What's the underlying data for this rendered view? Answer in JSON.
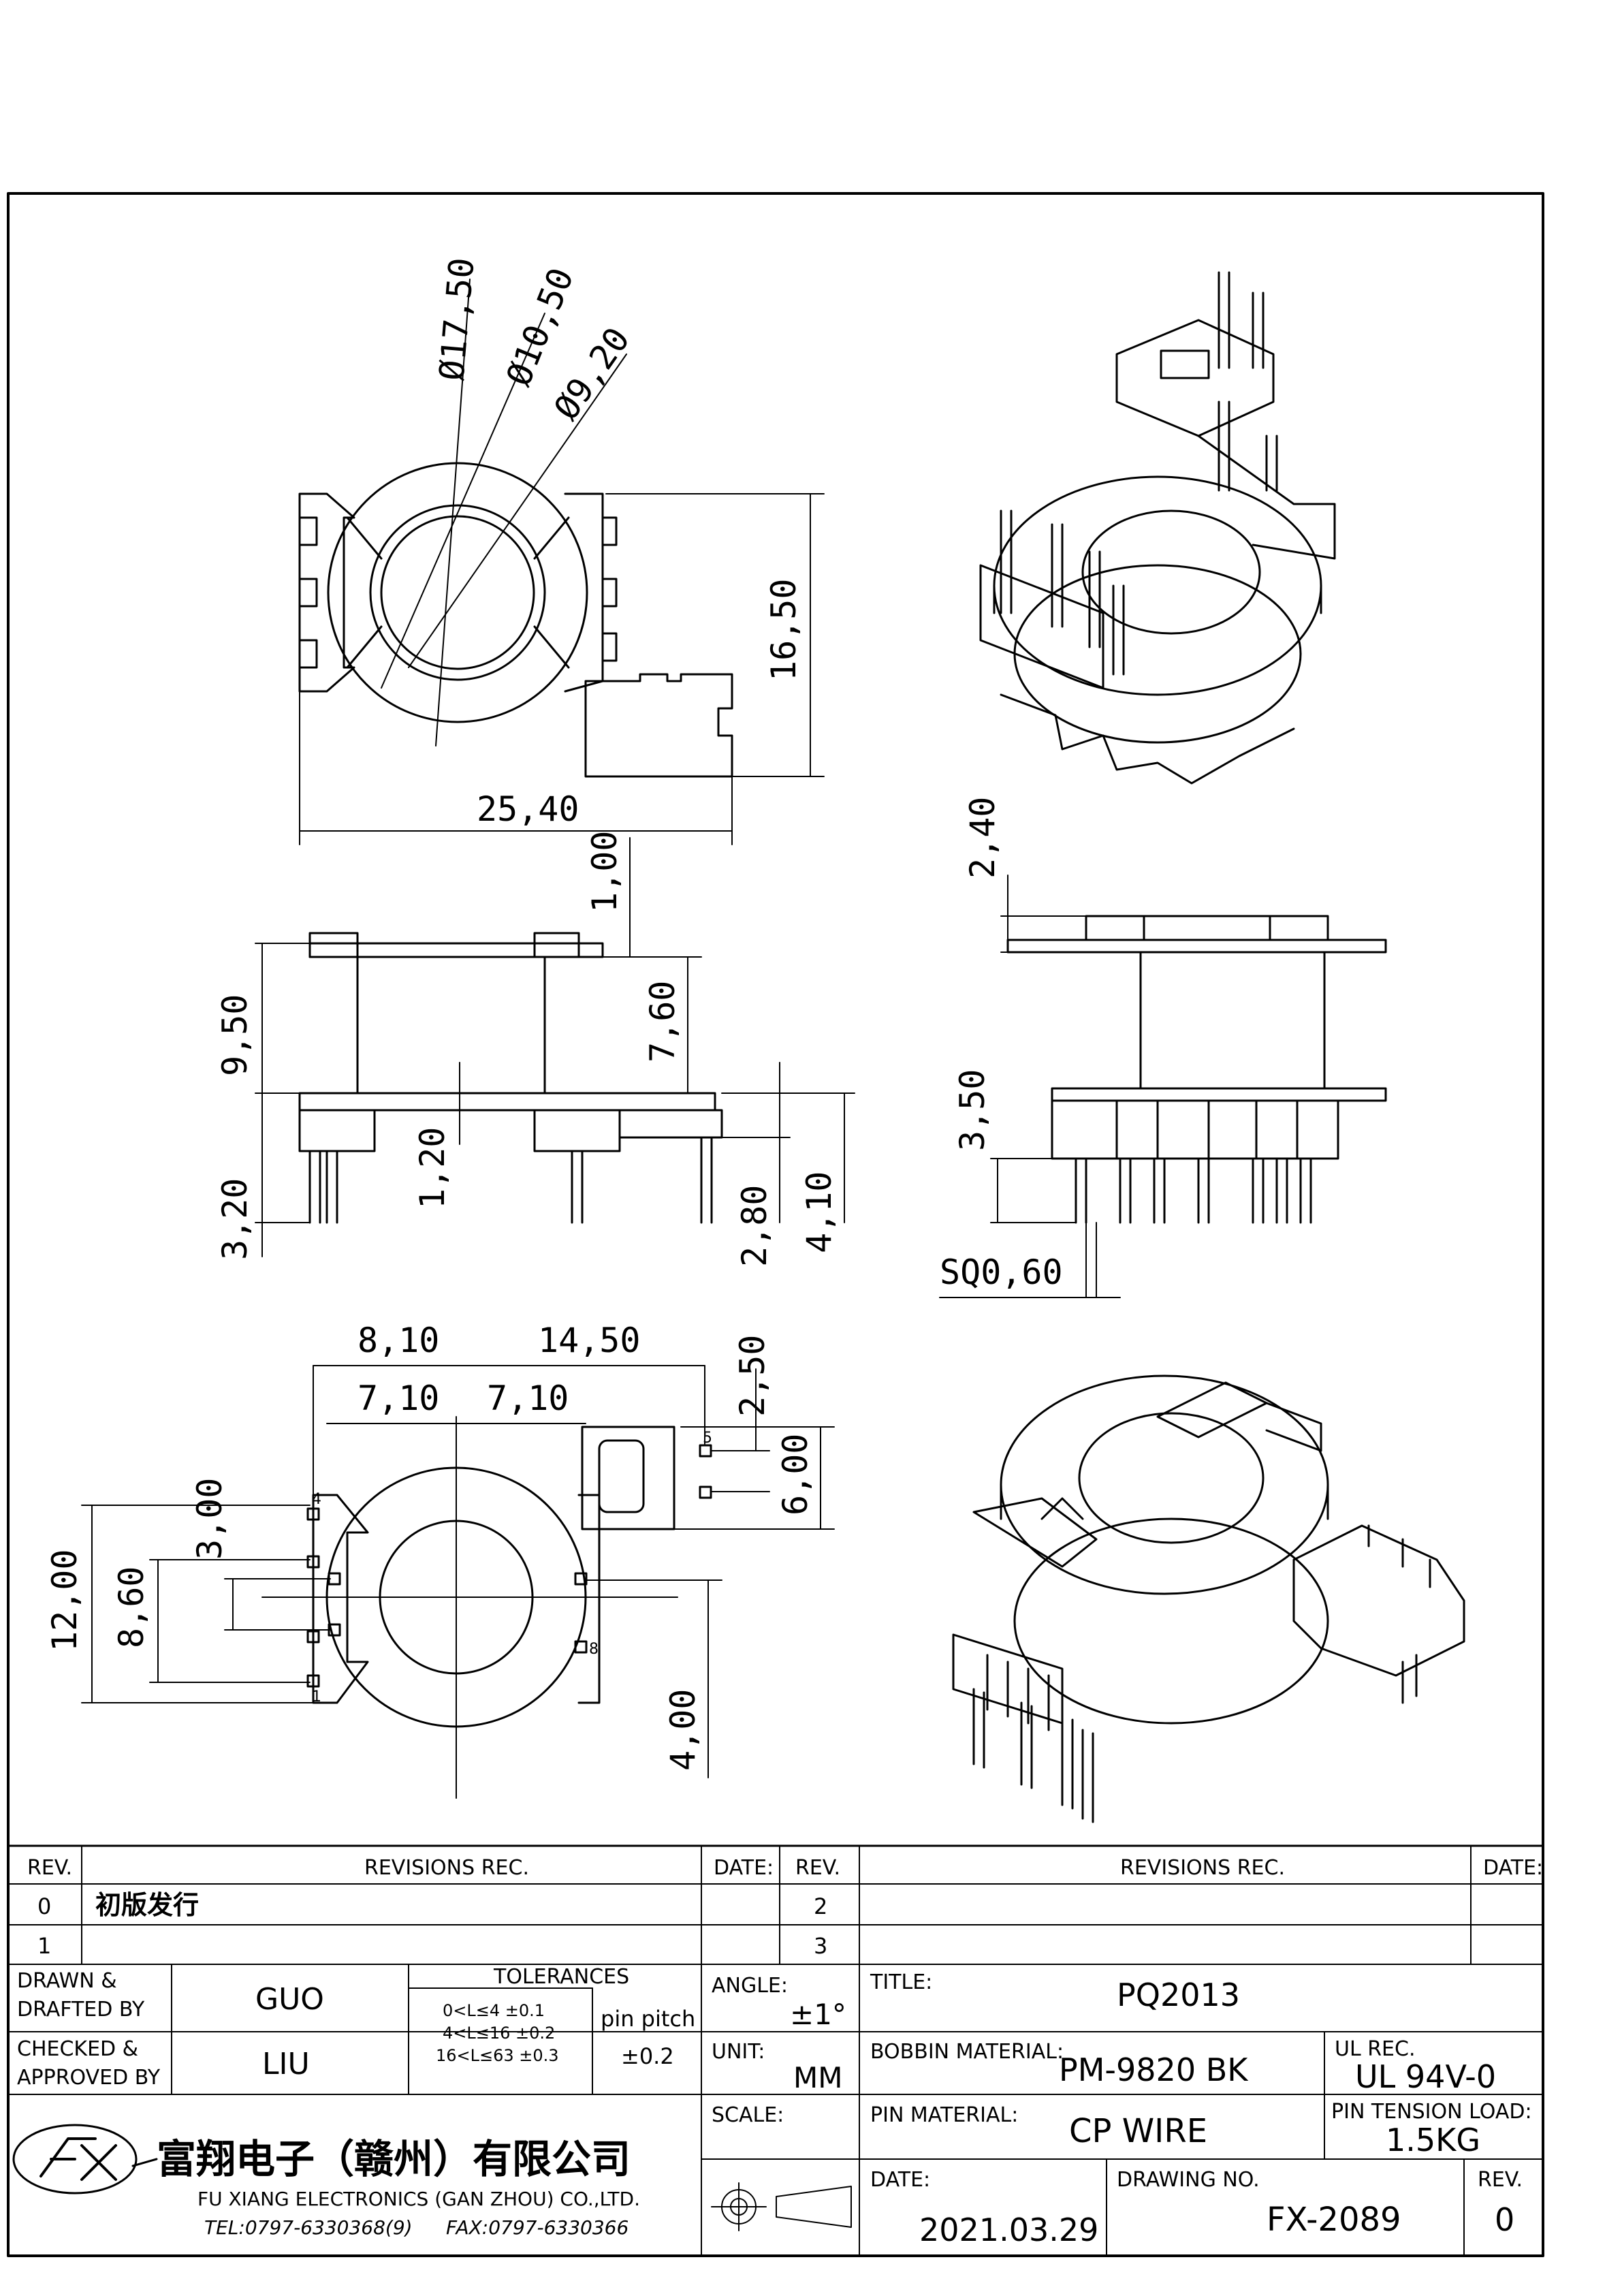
{
  "top_view": {
    "dia_outer": "Ø17,50",
    "dia_mid": "Ø10,50",
    "dia_inner": "Ø9,20",
    "height": "16,50",
    "width": "25,40"
  },
  "front_view": {
    "d_1_00": "1,00",
    "d_9_50": "9,50",
    "d_7_60": "7,60",
    "d_1_20": "1,20",
    "d_3_20": "3,20",
    "d_2_80": "2,80",
    "d_4_10": "4,10"
  },
  "side_view": {
    "d_2_40": "2,40",
    "d_3_50": "3,50",
    "pin_sq": "SQ0,60"
  },
  "bottom_view": {
    "d_8_10": "8,10",
    "d_14_50": "14,50",
    "d_7_10a": "7,10",
    "d_7_10b": "7,10",
    "d_2_50": "2,50",
    "d_6_00": "6,00",
    "d_12_00": "12,00",
    "d_8_60": "8,60",
    "d_3_00": "3,00",
    "d_4_00": "4,00",
    "pin_4": "4",
    "pin_1": "1",
    "pin_5": "5",
    "pin_8": "8"
  },
  "title_block": {
    "rev_hdr_l": "REV.",
    "revrec_hdr_l": "REVISIONS   REC.",
    "date_hdr_l": "DATE:",
    "rev_hdr_r": "REV.",
    "revrec_hdr_r": "REVISIONS   REC.",
    "date_hdr_r": "DATE:",
    "rev0": "0",
    "rev0_text": "初版发行",
    "rev1": "1",
    "rev2": "2",
    "rev3": "3",
    "drawn_l1": "DRAWN &",
    "drawn_l2": "DRAFTED BY",
    "drawn_val": "GUO",
    "checked_l1": "CHECKED &",
    "checked_l2": "APPROVED BY",
    "checked_val": "LIU",
    "tol_title": "TOLERANCES",
    "tol1": "0<L≤4    ±0.1",
    "tol2": "4<L≤16  ±0.2",
    "tol3": "16<L≤63  ±0.3",
    "pin_pitch_l": "pin pitch",
    "pin_pitch_v": "±0.2",
    "angle_l": "ANGLE:",
    "angle_v": "±1°",
    "unit_l": "UNIT:",
    "unit_v": "MM",
    "scale_l": "SCALE:",
    "title_l": "TITLE:",
    "title_v": "PQ2013",
    "bobbin_l": "BOBBIN MATERIAL:",
    "bobbin_v": "PM-9820 BK",
    "ul_l": "UL REC.",
    "ul_v": "UL 94V-0",
    "pinmat_l": "PIN MATERIAL:",
    "pinmat_v": "CP WIRE",
    "tension_l": "PIN TENSION LOAD:",
    "tension_v": "1.5KG",
    "date_l": "DATE:",
    "date_v": "2021.03.29",
    "dwg_l": "DRAWING NO.",
    "dwg_v": "FX-2089",
    "rev_l": "REV.",
    "rev_v": "0",
    "company_cn": "富翔电子（赣州）有限公司",
    "company_en": "FU XIANG ELECTRONICS (GAN ZHOU) CO.,LTD.",
    "tel": "TEL:0797-6330368(9)",
    "fax": "FAX:0797-6330366"
  }
}
